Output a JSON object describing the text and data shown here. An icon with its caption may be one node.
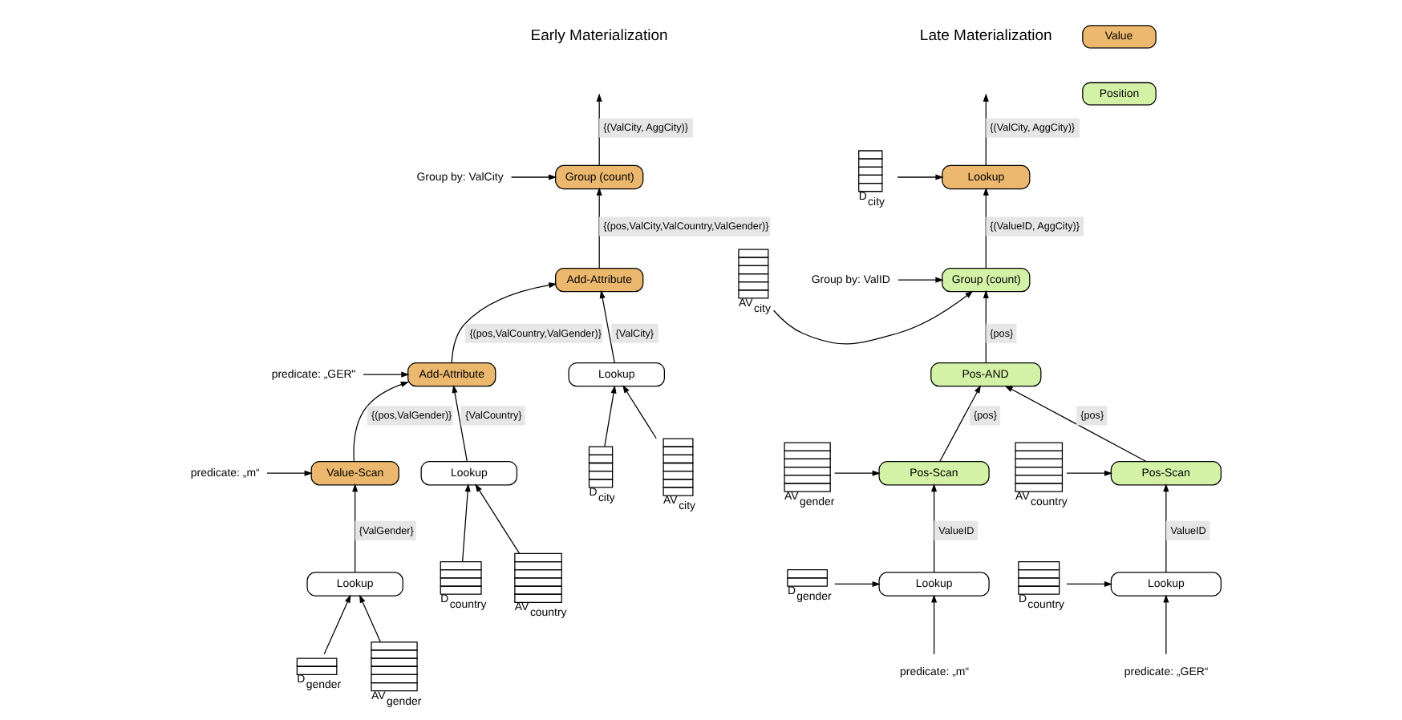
{
  "diagram": {
    "nodes": [
      {
        "text": [
          "Group (count)"
        ]
      },
      {
        "text": [
          "Group by: ValCity"
        ]
      },
      {
        "text": [
          "Add-Attribute"
        ]
      },
      {
        "text": [
          "Add-Attribute"
        ]
      },
      {
        "text": [
          "predicate: „GER\""
        ]
      },
      {
        "text": [
          "Value-Scan"
        ]
      },
      {
        "text": [
          "predicate: „m“"
        ]
      },
      {
        "text": [
          "Lookup"
        ]
      },
      {
        "text": [
          "Lookup"
        ]
      },
      {
        "text": [
          "Lookup"
        ]
      },
      {
        "text": [
          "D$_{city}$"
        ]
      },
      {
        "text": [
          "AV$_{city}$"
        ]
      },
      {
        "text": [
          "D$_{country}$"
        ]
      },
      {
        "text": [
          "AV$_{country}$"
        ]
      },
      {
        "text": [
          "D$_{gender}$"
        ]
      },
      {
        "text": [
          "AV$_{gender}$"
        ]
      },
      {
        "text": [
          "Lookup"
        ]
      },
      {
        "text": [
          "D$_{city}$"
        ]
      },
      {
        "text": [
          "Group (count)"
        ]
      },
      {
        "text": [
          "AV$_{city}$"
        ]
      },
      {
        "text": [
          "Group by: ValID"
        ]
      },
      {
        "text": [
          "Pos-AND"
        ]
      },
      {
        "text": [
          "Pos-Scan"
        ]
      },
      {
        "text": [
          "AV$_{gender}$"
        ]
      },
      {
        "text": [
          "Pos-Scan"
        ]
      },
      {
        "text": [
          "AV$_{country}$"
        ]
      },
      {
        "text": [
          "Lookup"
        ]
      },
      {
        "text": [
          "D$_{gender}$"
        ]
      },
      {
        "text": [
          "Lookup"
        ]
      },
      {
        "text": [
          "D$_{country}$"
        ]
      },
      {
        "text": [
          "predicate: „m“"
        ]
      },
      {
        "text": [
          "predicate: „GER“"
        ]
      }
    ],
    "edges": [
      {
        "from": 0,
        "to": null,
        "arrow": "to",
        "label": "{(ValCity, AggCity)}"
      },
      {
        "from": 1,
        "to": 0,
        "arrow": "to"
      },
      {
        "from": 2,
        "to": 0,
        "arrow": "to",
        "label": "{(pos,ValCity,ValCountry,ValGender)}"
      },
      {
        "from": 3,
        "to": 2,
        "arrow": "to",
        "label": "{(pos,ValCountry,ValGender)}"
      },
      {
        "from": 4,
        "to": 3,
        "arrow": "to"
      },
      {
        "from": 5,
        "to": 3,
        "arrow": "to",
        "label": "{(pos,ValGender)}"
      },
      {
        "from": 6,
        "to": 5,
        "arrow": "to"
      },
      {
        "from": 7,
        "to": 2,
        "arrow": "to",
        "label": "{ValCity}"
      },
      {
        "from": 8,
        "to": 3,
        "arrow": "to",
        "label": "{ValCountry}"
      },
      {
        "from": 9,
        "to": 5,
        "arrow": "to",
        "label": "{ValGender}"
      },
      {
        "from": 10,
        "to": 7,
        "arrow": "to"
      },
      {
        "from": 11,
        "to": 7,
        "arrow": "to"
      },
      {
        "from": 12,
        "to": 8,
        "arrow": "to"
      },
      {
        "from": 13,
        "to": 8,
        "arrow": "to"
      },
      {
        "from": 14,
        "to": 9,
        "arrow": "to"
      },
      {
        "from": 15,
        "to": 9,
        "arrow": "to"
      },
      {
        "from": 16,
        "to": null,
        "arrow": "to",
        "label": "{(ValCity, AggCity)}"
      },
      {
        "from": 17,
        "to": 16,
        "arrow": "to"
      },
      {
        "from": 18,
        "to": 16,
        "arrow": "to",
        "label": "{(ValueID, AggCity)}"
      },
      {
        "from": 19,
        "to": 18,
        "arrow": "to"
      },
      {
        "from": 20,
        "to": 18,
        "arrow": "to"
      },
      {
        "from": 21,
        "to": 18,
        "arrow": "to",
        "label": "{pos}"
      },
      {
        "from": 22,
        "to": 21,
        "arrow": "to",
        "label": "{pos}"
      },
      {
        "from": 24,
        "to": 21,
        "arrow": "to",
        "label": "{pos}"
      },
      {
        "from": 23,
        "to": 22,
        "arrow": "to"
      },
      {
        "from": 25,
        "to": 24,
        "arrow": "to"
      },
      {
        "from": 26,
        "to": 22,
        "arrow": "to",
        "label": "ValueID"
      },
      {
        "from": 28,
        "to": 24,
        "arrow": "to",
        "label": "ValueID"
      },
      {
        "from": 27,
        "to": 26,
        "arrow": "to"
      },
      {
        "from": 29,
        "to": 28,
        "arrow": "to"
      },
      {
        "from": 30,
        "to": 26,
        "arrow": "to"
      },
      {
        "from": 31,
        "to": 28,
        "arrow": "to"
      }
    ],
    "labels": [
      "Early Materialization",
      "Late Materialization"
    ],
    "legend": [
      {
        "text": "Value",
        "color": "#ebb86d"
      },
      {
        "text": "Position",
        "color": "#d4f2a6"
      }
    ]
  }
}
